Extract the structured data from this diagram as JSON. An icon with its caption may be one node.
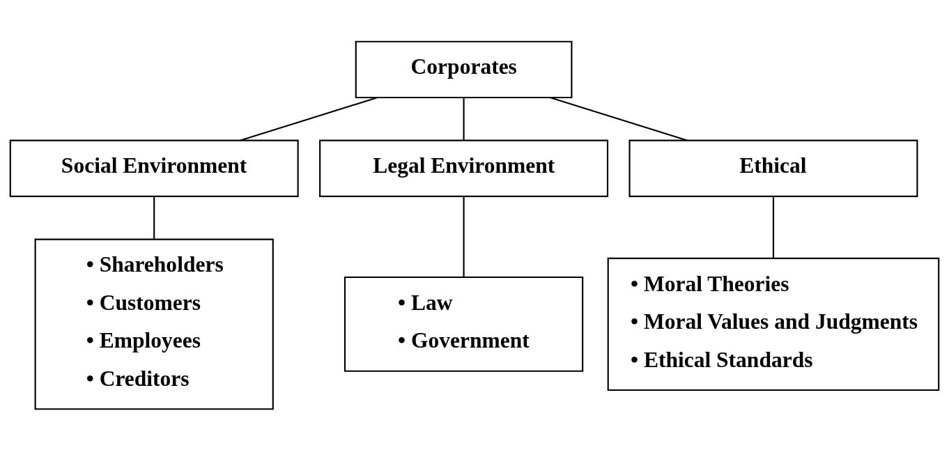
{
  "diagram": {
    "nodes": [
      {
        "text": [
          "Corporates"
        ]
      },
      {
        "text": [
          "Social Environment"
        ]
      },
      {
        "text": [
          "Legal Environment"
        ]
      },
      {
        "text": [
          "Ethical"
        ]
      },
      {
        "text": [
          "• Shareholders",
          "• Customers",
          "• Employees",
          "• Creditors"
        ]
      },
      {
        "text": [
          "• Law",
          "• Government"
        ]
      },
      {
        "text": [
          "• Moral Theories",
          "• Moral Values and Judgments",
          "• Ethical Standards"
        ]
      }
    ],
    "edges": [
      {
        "from": 0,
        "to": 1,
        "arrow": "none"
      },
      {
        "from": 0,
        "to": 2,
        "arrow": "none"
      },
      {
        "from": 0,
        "to": 3,
        "arrow": "none"
      },
      {
        "from": 1,
        "to": 4,
        "arrow": "none"
      },
      {
        "from": 2,
        "to": 5,
        "arrow": "none"
      },
      {
        "from": 3,
        "to": 6,
        "arrow": "none"
      }
    ]
  }
}
